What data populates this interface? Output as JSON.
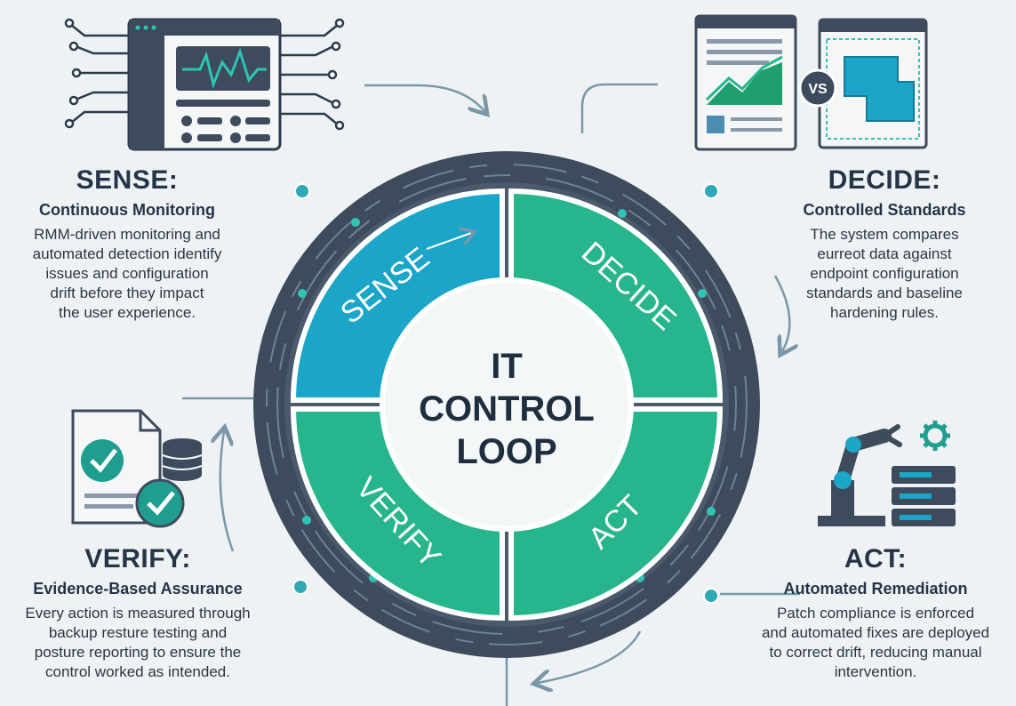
{
  "center_label": [
    "IT",
    "CONTROL",
    "LOOP"
  ],
  "segments": {
    "sense": "SENSE",
    "decide": "DECIDE",
    "verify": "VERIFY",
    "act": "ACT"
  },
  "vs_label": "VS",
  "sense_block": {
    "title": "SENSE:",
    "subtitle": "Continuous Monitoring",
    "body": [
      "RMM-driven monitoring and",
      "automated detection identify",
      "issues and configuration",
      "drift before they impact",
      "the user experience."
    ]
  },
  "decide_block": {
    "title": "DECIDE:",
    "subtitle": "Controlled Standards",
    "body": [
      "The system compares",
      "eurreot data against",
      "endpoint configuration",
      "standards and baseline",
      "hardening rules."
    ]
  },
  "verify_block": {
    "title": "VERIFY:",
    "subtitle": "Evidence-Based Assurance",
    "body": [
      "Every action is measured through",
      "backup resture testing and",
      "posture reporting to ensure the",
      "control worked as intended."
    ]
  },
  "act_block": {
    "title": "ACT:",
    "subtitle": "Automated Remediation",
    "body": [
      "Patch compliance is enforced",
      "and automated fixes are deployed",
      "to correct drift, reducing manual",
      "intervention."
    ]
  },
  "colors": {
    "dark_ring": "#3d4b5c",
    "teal_segment": "#27b58d",
    "cyan_segment": "#1aa5c9",
    "accent_teal": "#1f9e8f",
    "panel_gray": "#5b6b7e"
  }
}
